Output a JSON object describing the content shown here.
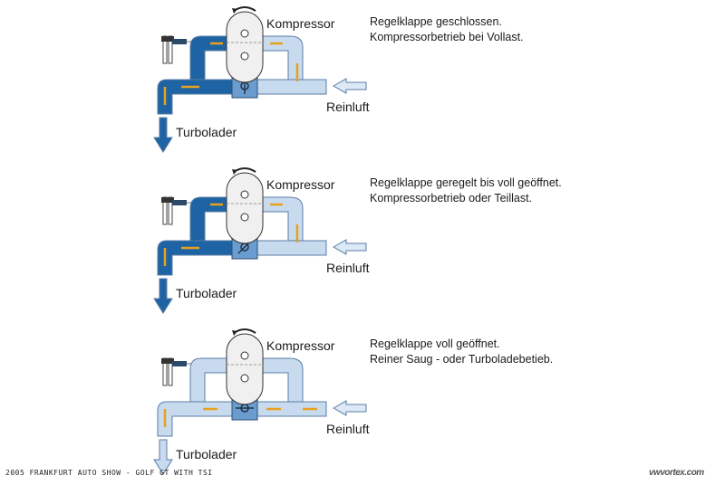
{
  "panels": [
    {
      "compressor_label": "Kompressor",
      "inlet_label": "Reinluft",
      "outlet_label": "Turbolader",
      "description": [
        "Regelklappe geschlossen.",
        "Kompressorbetrieb bei Vollast."
      ],
      "valve_state": "closed",
      "bypass_flow": "compressor"
    },
    {
      "compressor_label": "Kompressor",
      "inlet_label": "Reinluft",
      "outlet_label": "Turbolader",
      "description": [
        "Regelklappe geregelt bis voll geöffnet.",
        "Kompressorbetrieb oder Teillast."
      ],
      "valve_state": "partial",
      "bypass_flow": "mixed"
    },
    {
      "compressor_label": "Kompressor",
      "inlet_label": "Reinluft",
      "outlet_label": "Turbolader",
      "description": [
        "Regelklappe voll geöffnet.",
        "Reiner Saug - oder Turboladebetieb."
      ],
      "valve_state": "open",
      "bypass_flow": "bypass"
    }
  ],
  "colors": {
    "pressurized": "#1e63a3",
    "intake": "#c8daee",
    "arrow": "#e8a020",
    "outline": "#5a7ea6"
  },
  "footer": {
    "caption": "2005 FRANKFURT AUTO SHOW - GOLF GT WITH TSI",
    "watermark": "vwvortex.com"
  }
}
